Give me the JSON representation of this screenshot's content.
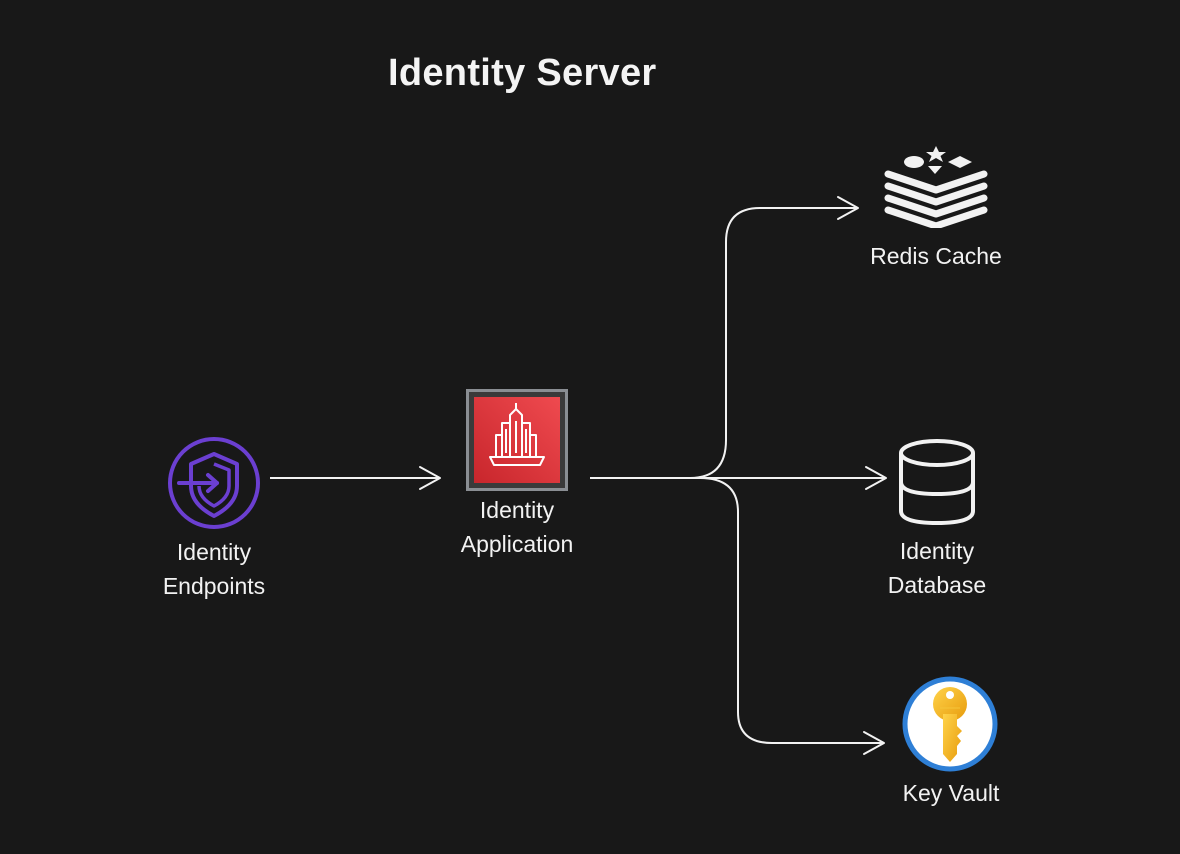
{
  "title": "Identity Server",
  "nodes": {
    "endpoints": {
      "line1": "Identity",
      "line2": "Endpoints",
      "icon": "shield-login-icon"
    },
    "application": {
      "line1": "Identity",
      "line2": "Application",
      "icon": "building-icon"
    },
    "redis": {
      "line1": "Redis Cache",
      "icon": "redis-stack-icon"
    },
    "database": {
      "line1": "Identity",
      "line2": "Database",
      "icon": "database-cylinder-icon"
    },
    "keyvault": {
      "line1": "Key Vault",
      "icon": "key-icon"
    }
  },
  "colors": {
    "background": "#181818",
    "endpoints_accent": "#6b3fd1",
    "application_red": "#d9343a",
    "keyvault_blue": "#2e7fd6",
    "key_gold": "#f2b21c",
    "edge": "#f2f2f2"
  }
}
